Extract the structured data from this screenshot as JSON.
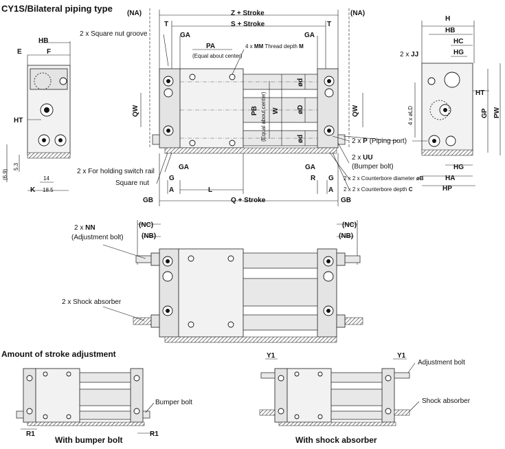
{
  "title": "CY1S/Bilateral piping type",
  "left_view": {
    "labels": [
      "HB",
      "E",
      "F",
      "HT",
      "(6.9)",
      "5.3",
      "14",
      "K",
      "18.5"
    ]
  },
  "main_view": {
    "top_labels": {
      "na_left": "(NA)",
      "na_right": "(NA)",
      "z_stroke": "Z + Stroke",
      "s_stroke": "S + Stroke",
      "t_left": "T",
      "t_right": "T",
      "ga_left": "GA",
      "ga_right": "GA",
      "pa": "PA",
      "pa_note": "(Equal about center)",
      "mm_prefix": "4 x ",
      "mm_bold": "MM",
      "mm_mid": " Thread depth ",
      "mm_m": "M"
    },
    "callouts": {
      "square_nut_groove": "2 x Square nut groove",
      "switch_rail": "2 x For holding switch rail",
      "square_nut": "Square nut",
      "uu_prefix": "2 x ",
      "uu": "UU",
      "bumper_bolt": "(Bumper bolt)",
      "cb_diam_prefix": "2 x 2 x Counterbore diameter ",
      "cb_diam": "øB",
      "cb_depth_prefix": "2 x 2 x Counterbore depth ",
      "cb_depth": "C",
      "p_prefix": "2 x ",
      "p": "P",
      "piping_port": " (Piping port)"
    },
    "side_labels": {
      "qw_left": "QW",
      "qw_right": "QW",
      "pb": "PB",
      "pb_note": "(Equal about center)",
      "w": "W",
      "od1": "ød",
      "od2": "øD",
      "od3": "ød"
    },
    "bottom_labels": {
      "ga_left": "GA",
      "ga_right": "GA",
      "g_left": "G",
      "g_right": "G",
      "r": "R",
      "a_left": "A",
      "a_right": "A",
      "l": "L",
      "gb_left": "GB",
      "gb_right": "GB",
      "q_stroke": "Q + Stroke"
    }
  },
  "right_view": {
    "labels": {
      "h": "H",
      "hb": "HB",
      "hc": "HC",
      "hg_top": "HG",
      "jj_prefix": "2 x ",
      "jj": "JJ",
      "ht": "HT",
      "ld": "4 x øLD",
      "gp": "GP",
      "pw": "PW",
      "hg_bottom": "HG",
      "ha": "HA",
      "hp": "HP"
    }
  },
  "middle_view": {
    "nc_left": "(NC)",
    "nb_left": "(NB)",
    "nc_right": "(NC)",
    "nb_right": "(NB)",
    "nn_prefix": "2 x ",
    "nn": "NN",
    "adj_bolt": "(Adjustment bolt)",
    "shock": "2 x Shock absorber"
  },
  "stroke_adjustment": {
    "heading": "Amount of stroke adjustment",
    "left": {
      "caption": "With bumper bolt",
      "bumper_label": "Bumper bolt",
      "r1_left": "R1",
      "r1_right": "R1"
    },
    "right": {
      "caption": "With shock absorber",
      "adj_label": "Adjustment bolt",
      "shock_label": "Shock absorber",
      "y1_left": "Y1",
      "y1_right": "Y1"
    }
  }
}
